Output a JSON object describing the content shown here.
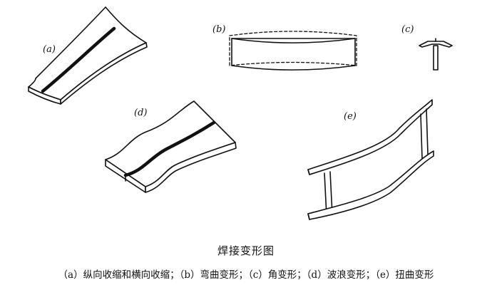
{
  "panels": {
    "a": "(a)",
    "b": "(b)",
    "c": "(c)",
    "d": "(d)",
    "e": "(e)"
  },
  "title": "焊接变形图",
  "caption": "（a）纵向收缩和横向收缩；（b）弯曲变形；（c）角变形；（d）波浪变形；（e）扭曲变形"
}
